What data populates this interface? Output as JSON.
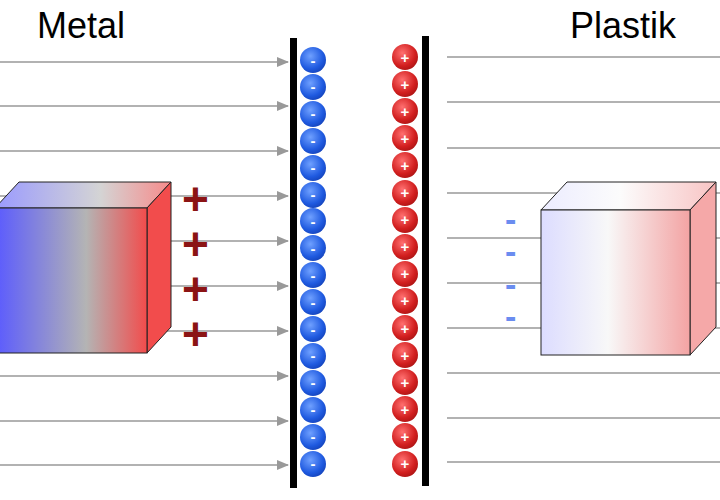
{
  "diagram": {
    "nodes": [
      {
        "text": [
          "-"
        ]
      },
      {
        "text": [
          "-"
        ]
      },
      {
        "text": [
          "-"
        ]
      },
      {
        "text": [
          "-"
        ]
      },
      {
        "text": [
          "-"
        ]
      },
      {
        "text": [
          "-"
        ]
      },
      {
        "text": [
          "-"
        ]
      },
      {
        "text": [
          "-"
        ]
      },
      {
        "text": [
          "-"
        ]
      },
      {
        "text": [
          "-"
        ]
      },
      {
        "text": [
          "-"
        ]
      },
      {
        "text": [
          "-"
        ]
      },
      {
        "text": [
          "-"
        ]
      },
      {
        "text": [
          "-"
        ]
      },
      {
        "text": [
          "-"
        ]
      },
      {
        "text": [
          "-"
        ]
      },
      {
        "text": [
          "+"
        ]
      },
      {
        "text": [
          "+"
        ]
      },
      {
        "text": [
          "+"
        ]
      },
      {
        "text": [
          "+"
        ]
      },
      {
        "text": [
          "+"
        ]
      },
      {
        "text": [
          "+"
        ]
      },
      {
        "text": [
          "+"
        ]
      },
      {
        "text": [
          "+"
        ]
      },
      {
        "text": [
          "+"
        ]
      },
      {
        "text": [
          "+"
        ]
      },
      {
        "text": [
          "+"
        ]
      },
      {
        "text": [
          "+"
        ]
      },
      {
        "text": [
          "+"
        ]
      },
      {
        "text": [
          "+"
        ]
      },
      {
        "text": [
          "+"
        ]
      },
      {
        "text": [
          "+"
        ]
      }
    ],
    "labels": [
      "Metal",
      "Plastik",
      "+",
      "+",
      "+",
      "+",
      "-",
      "-",
      "-",
      "-"
    ]
  }
}
